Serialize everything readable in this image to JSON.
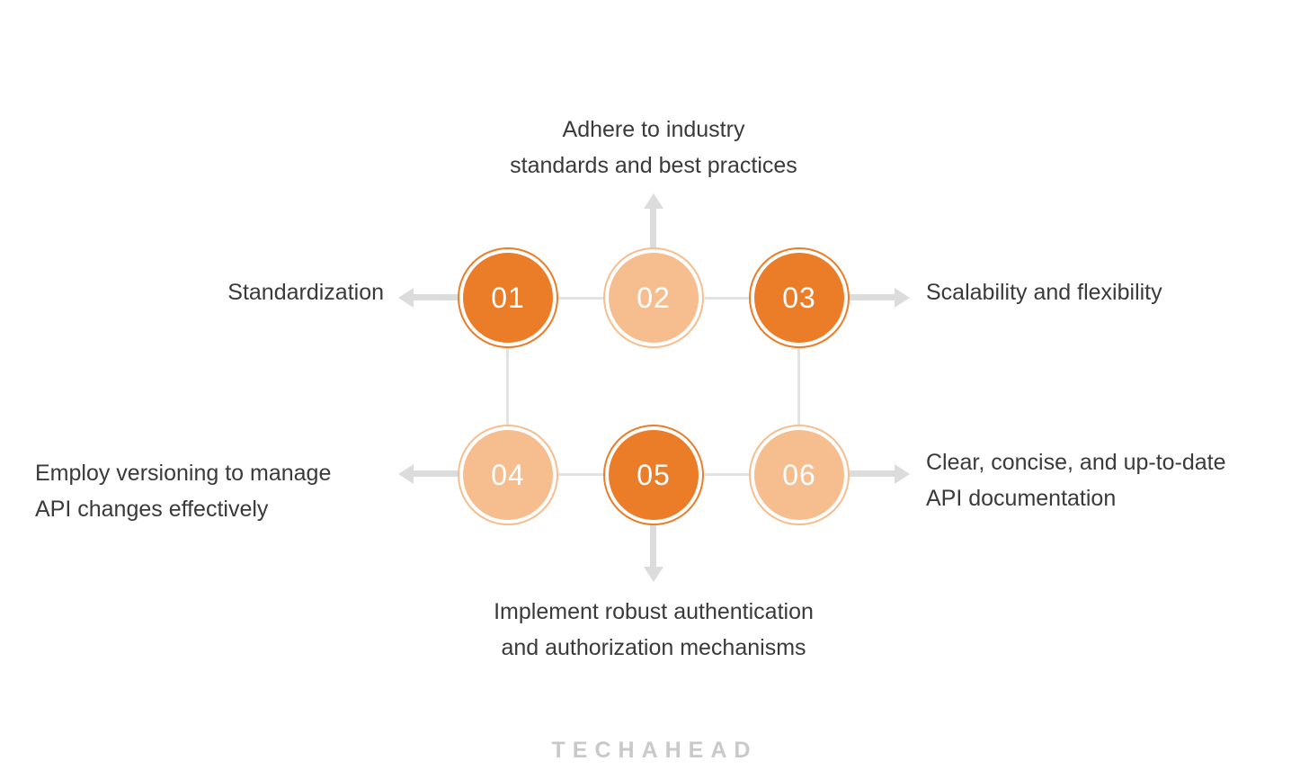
{
  "colors": {
    "dark_orange": "#EB7D28",
    "light_orange": "#F6BE8E",
    "arrow_gray": "#DCDCDC",
    "line_gray": "#E3E3E3",
    "text_dark": "#3A3A3A",
    "logo_gray": "#C9C9C9",
    "canvas_bg": "#FFFFFF"
  },
  "nodes": [
    {
      "number": "01",
      "variant": "dark"
    },
    {
      "number": "02",
      "variant": "light"
    },
    {
      "number": "03",
      "variant": "dark"
    },
    {
      "number": "04",
      "variant": "light"
    },
    {
      "number": "05",
      "variant": "dark"
    },
    {
      "number": "06",
      "variant": "light"
    }
  ],
  "labels": {
    "top": {
      "line1": "Adhere to industry",
      "line2": "standards and best practices"
    },
    "row1_left": {
      "line1": "Standardization"
    },
    "row1_right": {
      "line1": "Scalability and flexibility"
    },
    "row2_left": {
      "line1": "Employ versioning to manage",
      "line2": "API changes effectively"
    },
    "row2_right": {
      "line1": "Clear, concise, and up-to-date",
      "line2": "API documentation"
    },
    "bottom": {
      "line1": "Implement robust authentication",
      "line2": "and authorization mechanisms"
    }
  },
  "footer": {
    "logo": "TECHAHEAD"
  }
}
